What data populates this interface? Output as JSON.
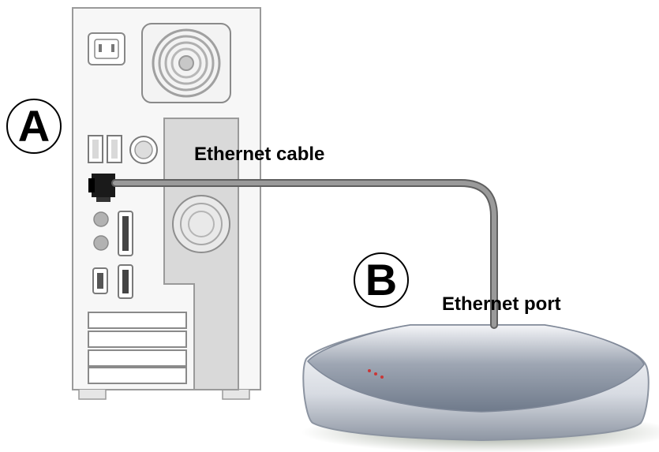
{
  "markers": {
    "a": "A",
    "b": "B"
  },
  "labels": {
    "cable": "Ethernet cable",
    "port": "Ethernet port"
  },
  "colors": {
    "cable": "#8f8f8f",
    "cable_edge": "#5f5f5f",
    "computer_case": "#f2f2f2",
    "computer_outline": "#9a9a9a",
    "router_top": "#7d8797",
    "router_body": "#d8dbe0"
  }
}
